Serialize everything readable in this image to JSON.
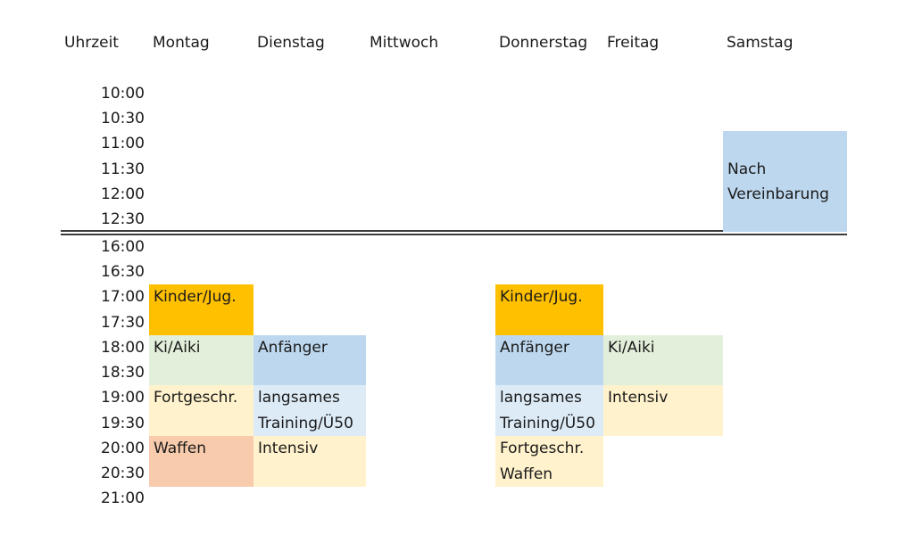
{
  "headers": {
    "time": "Uhrzeit",
    "mon": "Montag",
    "tue": "Dienstag",
    "wed": "Mittwoch",
    "thu": "Donnerstag",
    "fri": "Freitag",
    "sat": "Samstag"
  },
  "times_morning": [
    "10:00",
    "10:30",
    "11:00",
    "11:30",
    "12:00",
    "12:30"
  ],
  "times_afternoon": [
    "16:00",
    "16:30",
    "17:00",
    "17:30",
    "18:00",
    "18:30",
    "19:00",
    "19:30",
    "20:00",
    "20:30",
    "21:00"
  ],
  "cells": {
    "mon_kinder": "Kinder/Jug.",
    "mon_kiaiki": "Ki/Aiki",
    "mon_fortgeschr": "Fortgeschr.",
    "mon_waffen": "Waffen",
    "tue_anfaenger": "Anfänger",
    "tue_langsames_1": "langsames",
    "tue_langsames_2": "Training/Ü50",
    "tue_intensiv": "Intensiv",
    "thu_kinder": "Kinder/Jug.",
    "thu_anfaenger": "Anfänger",
    "thu_langsames_1": "langsames",
    "thu_langsames_2": "Training/Ü50",
    "thu_fortgeschr_1": "Fortgeschr.",
    "thu_fortgeschr_2": "Waffen",
    "fri_kiaiki": "Ki/Aiki",
    "fri_intensiv": "Intensiv",
    "sat_nach_1": "Nach",
    "sat_nach_2": "Vereinbarung"
  },
  "colors": {
    "kinder": "#ffc000",
    "kiaiki": "#e2efda",
    "anfaenger": "#bdd7ee",
    "langsames": "#ddebf7",
    "fortgeschr_intensiv": "#fff2cc",
    "waffen": "#f8cbad",
    "samstag": "#bdd7ee"
  }
}
